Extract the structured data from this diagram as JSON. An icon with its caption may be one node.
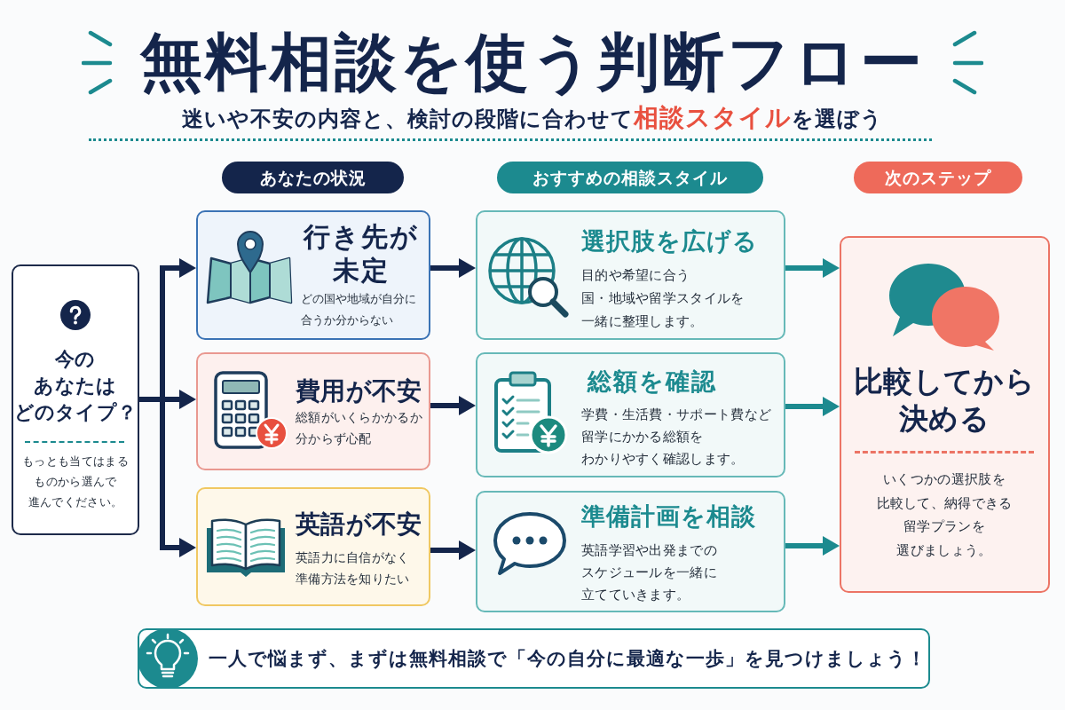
{
  "diagram": {
    "title": "無料相談を使う判断フロー",
    "nodes": [
      {
        "text": [
          "あなたの状況"
        ]
      },
      {
        "text": [
          "おすすめの相談スタイル"
        ]
      },
      {
        "text": [
          "次のステップ"
        ]
      },
      {
        "text": [
          "今のあなたはどのタイプ？",
          "もっとも当てはまるものから選んで進んでください。"
        ]
      },
      {
        "text": [
          "行き先が未定",
          "どの国や地域が自分に合うか分からない"
        ]
      },
      {
        "text": [
          "費用が不安",
          "総額がいくらかかるか分からず心配"
        ]
      },
      {
        "text": [
          "英語が不安",
          "英語力に自信がなく準備方法を知りたい"
        ]
      },
      {
        "text": [
          "選択肢を広げる",
          "目的や希望に合う国・地域や留学スタイルを一緒に整理します。"
        ]
      },
      {
        "text": [
          "総額を確認",
          "学費・生活費・サポート費など留学にかかる総額をわかりやすく確認します。"
        ]
      },
      {
        "text": [
          "準備計画を相談",
          "英語学習や出発までのスケジュールを一緒に立てていきます。"
        ]
      },
      {
        "text": [
          "比較してから決める",
          "いくつかの選択肢を比較して、納得できる留学プランを選びましょう。"
        ]
      },
      {
        "text": [
          "一人で悩まず、まずは無料相談で「今の自分に最適な一歩」を見つけましょう！"
        ]
      }
    ],
    "edges": [
      {
        "from": 3,
        "to": 4,
        "arrow": "to"
      },
      {
        "from": 3,
        "to": 5,
        "arrow": "to"
      },
      {
        "from": 3,
        "to": 6,
        "arrow": "to"
      },
      {
        "from": 4,
        "to": 7,
        "arrow": "to"
      },
      {
        "from": 5,
        "to": 8,
        "arrow": "to"
      },
      {
        "from": 6,
        "to": 9,
        "arrow": "to"
      },
      {
        "from": 7,
        "to": 10,
        "arrow": "to",
        "color": "#1c8a8f"
      },
      {
        "from": 8,
        "to": 10,
        "arrow": "to",
        "color": "#1c8a8f"
      },
      {
        "from": 9,
        "to": 10,
        "arrow": "to",
        "color": "#1c8a8f"
      }
    ],
    "labels": [
      "迷いや不安の内容と、検討の段階に合わせて**相談スタイル**を選ぼう"
    ]
  }
}
